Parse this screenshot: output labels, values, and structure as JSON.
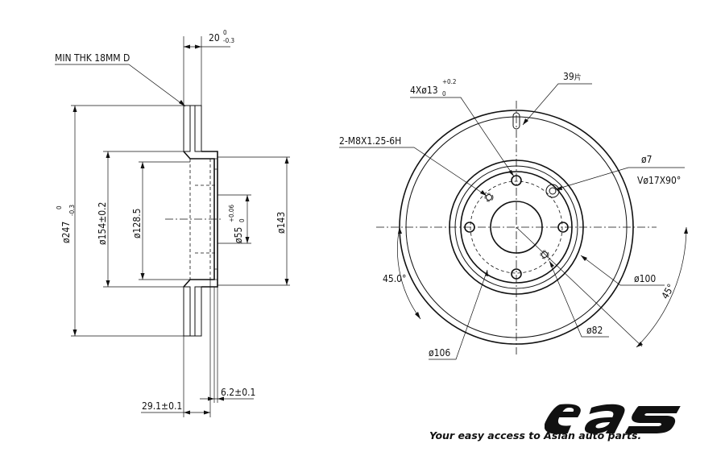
{
  "side_view": {
    "min_thickness_label": "MIN THK 18MM D",
    "width": {
      "base": "20",
      "tol_upper": "0",
      "tol_lower": "-0.3"
    },
    "outer_diameter": {
      "base": "ø247",
      "tol_upper": "0",
      "tol_lower": "-0.3"
    },
    "hat_diameter": "ø154±0.2",
    "inner_diameter": "ø128.5",
    "bore": {
      "base": "ø55",
      "tol_upper": "+0.06",
      "tol_lower": "0"
    },
    "hat_outer": "ø143",
    "total_height": "29.1±0.1",
    "hat_thickness": "6.2±0.1"
  },
  "front_view": {
    "bolt_holes": {
      "base": "4Xø13",
      "tol_upper": "+0.2",
      "tol_lower": "0"
    },
    "threaded_holes": "2-M8X1.25-6H",
    "vane_count": "39",
    "vane_unit": "片",
    "small_hole": "ø7",
    "countersink": "Vø17X90°",
    "angle_left": "45.0°",
    "angle_right": "45°",
    "pcd_100": "ø100",
    "pcd_82": "ø82",
    "pcd_106": "ø106"
  },
  "brand": {
    "logo_text": "eas",
    "tagline": "Your easy access to Asian auto parts."
  }
}
